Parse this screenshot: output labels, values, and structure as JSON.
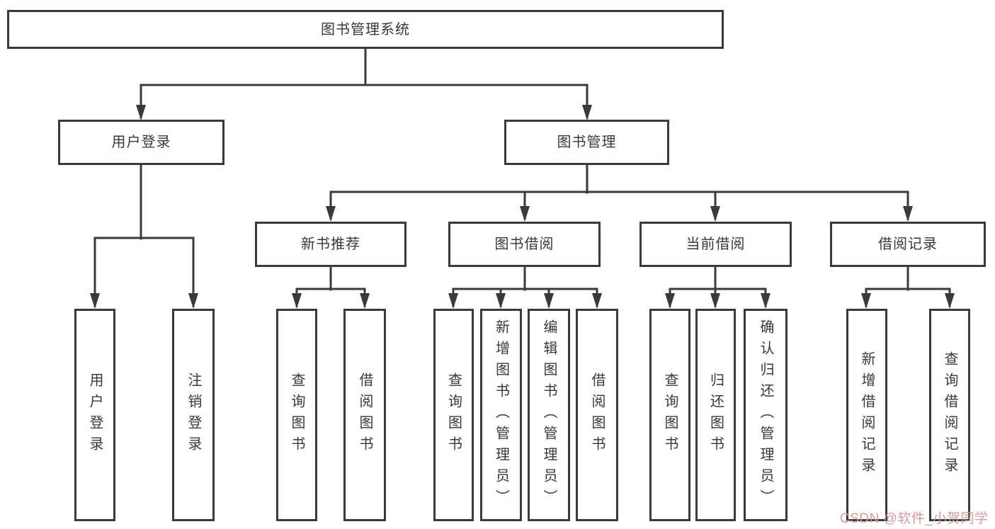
{
  "nodes": {
    "root": {
      "label": "图书管理系统"
    },
    "user_login": {
      "label": "用户登录"
    },
    "book_management": {
      "label": "图书管理"
    },
    "new_book_recommend": {
      "label": "新书推荐"
    },
    "book_borrowing": {
      "label": "图书借阅"
    },
    "current_borrowing": {
      "label": "当前借阅"
    },
    "borrowing_records": {
      "label": "借阅记录"
    },
    "leaf_user_login": {
      "label": "用户登录"
    },
    "leaf_logout": {
      "label": "注销登录"
    },
    "leaf_query_books_recommend": {
      "label": "查询图书"
    },
    "leaf_borrow_books_recommend": {
      "label": "借阅图书"
    },
    "leaf_query_books_borrowing": {
      "label": "查询图书"
    },
    "leaf_add_books_admin": {
      "label": "新增图书（管理员）"
    },
    "leaf_edit_books_admin": {
      "label": "编辑图书（管理员）"
    },
    "leaf_borrow_books_borrowing": {
      "label": "借阅图书"
    },
    "leaf_query_books_current": {
      "label": "查询图书"
    },
    "leaf_return_books": {
      "label": "归还图书"
    },
    "leaf_confirm_return_admin": {
      "label": "确认归还（管理员）"
    },
    "leaf_add_borrow_record": {
      "label": "新增借阅记录"
    },
    "leaf_query_borrow_record": {
      "label": "查询借阅记录"
    }
  },
  "hierarchy": {
    "图书管理系统": {
      "用户登录": [
        "用户登录",
        "注销登录"
      ],
      "图书管理": {
        "新书推荐": [
          "查询图书",
          "借阅图书"
        ],
        "图书借阅": [
          "查询图书",
          "新增图书（管理员）",
          "编辑图书（管理员）",
          "借阅图书"
        ],
        "当前借阅": [
          "查询图书",
          "归还图书",
          "确认归还（管理员）"
        ],
        "借阅记录": [
          "新增借阅记录",
          "查询借阅记录"
        ]
      }
    }
  },
  "watermark": {
    "text": "CSDN @软件_小贺同学",
    "color": "#d49c9c"
  },
  "colors": {
    "background": "#ffffff",
    "line": "#3a3a3a",
    "box_border": "#3a3a3a",
    "text": "#383838"
  }
}
